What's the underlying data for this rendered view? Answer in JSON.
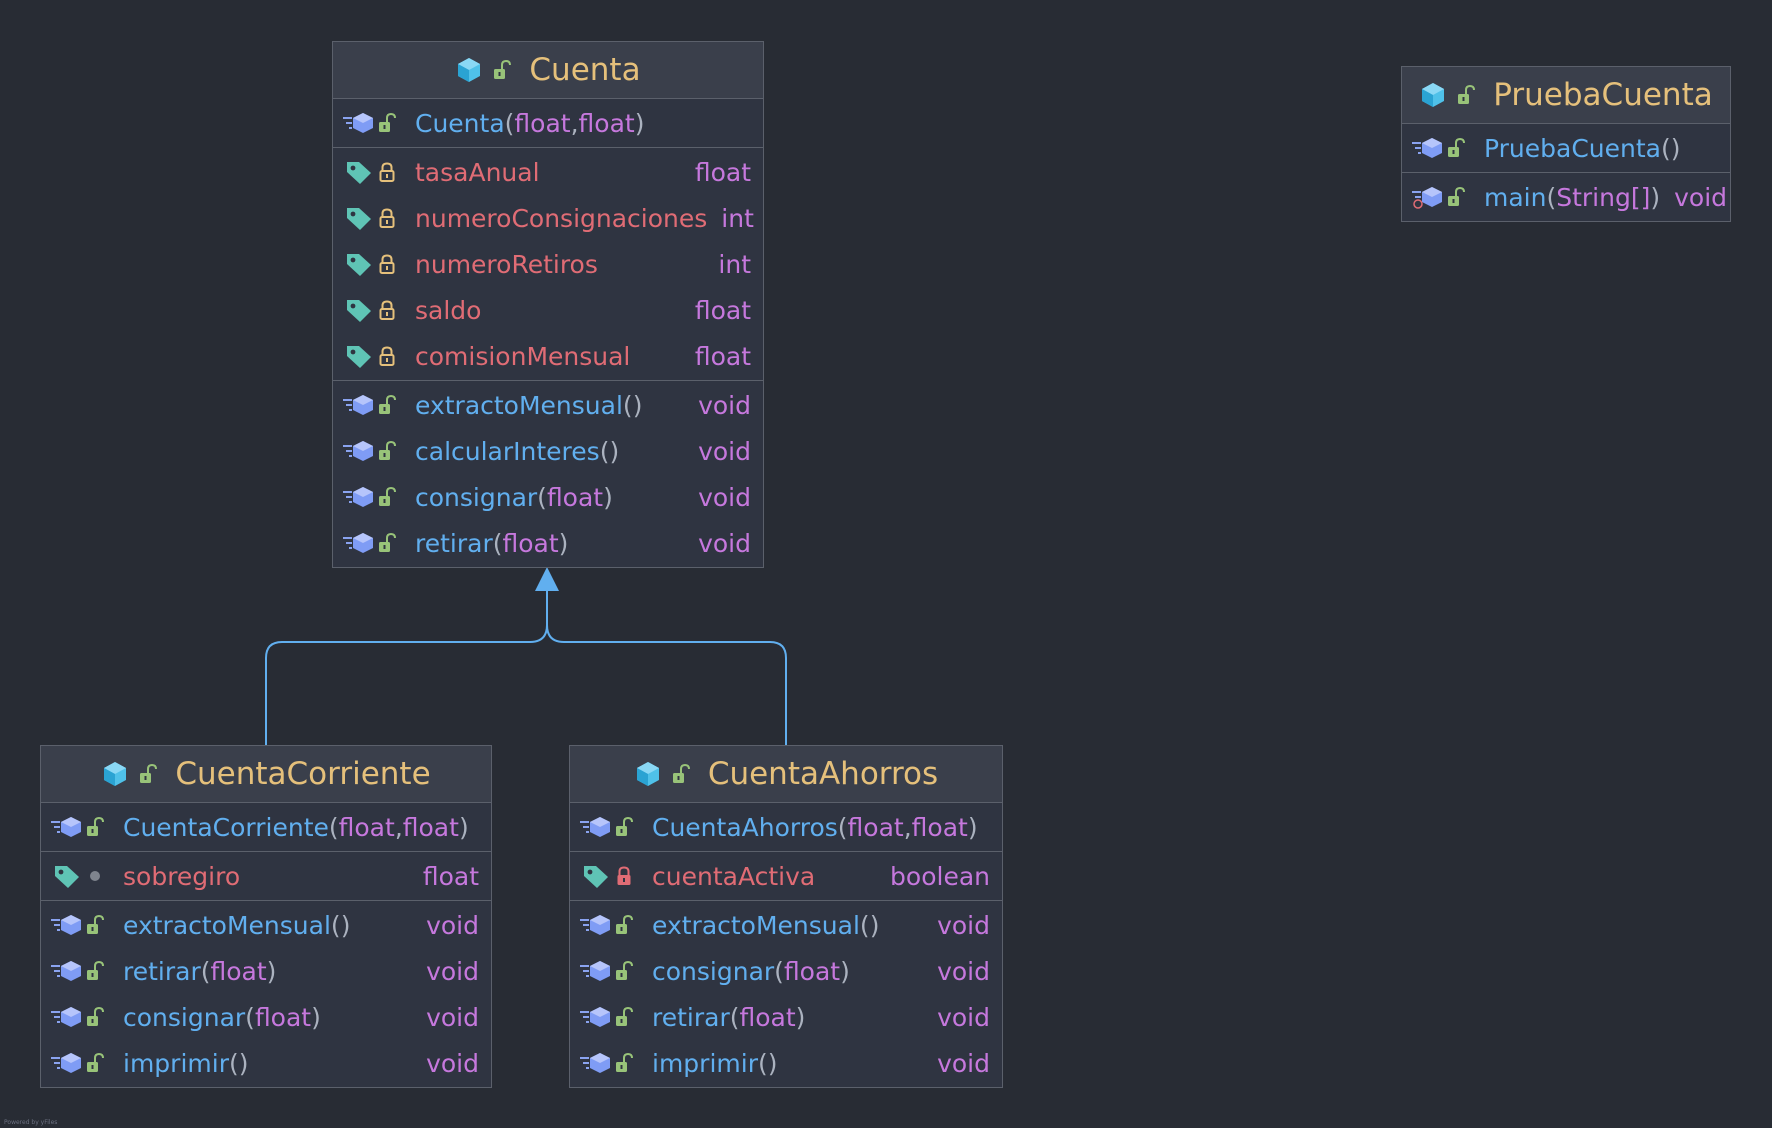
{
  "colors": {
    "background": "#282c34",
    "class_name": "#e5c07b",
    "method_name": "#61afef",
    "field_name": "#e06c75",
    "type": "#c678dd",
    "punctuation": "#abb2bf",
    "edge": "#61afef"
  },
  "classes": {
    "cuenta": {
      "name": "Cuenta",
      "constructor": {
        "name": "Cuenta",
        "params": [
          "float",
          "float"
        ]
      },
      "fields": [
        {
          "name": "tasaAnual",
          "type": "float",
          "visibility": "private"
        },
        {
          "name": "numeroConsignaciones",
          "type": "int",
          "visibility": "private"
        },
        {
          "name": "numeroRetiros",
          "type": "int",
          "visibility": "private"
        },
        {
          "name": "saldo",
          "type": "float",
          "visibility": "private"
        },
        {
          "name": "comisionMensual",
          "type": "float",
          "visibility": "private"
        }
      ],
      "methods": [
        {
          "name": "extractoMensual",
          "params": [],
          "return": "void"
        },
        {
          "name": "calcularInteres",
          "params": [],
          "return": "void"
        },
        {
          "name": "consignar",
          "params": [
            "float"
          ],
          "return": "void"
        },
        {
          "name": "retirar",
          "params": [
            "float"
          ],
          "return": "void"
        }
      ]
    },
    "pruebacuenta": {
      "name": "PruebaCuenta",
      "constructor": {
        "name": "PruebaCuenta",
        "params": []
      },
      "methods": [
        {
          "name": "main",
          "params": [
            "String[]"
          ],
          "return": "void",
          "static": true
        }
      ]
    },
    "cuentacorriente": {
      "name": "CuentaCorriente",
      "constructor": {
        "name": "CuentaCorriente",
        "params": [
          "float",
          "float"
        ]
      },
      "fields": [
        {
          "name": "sobregiro",
          "type": "float",
          "visibility": "package"
        }
      ],
      "methods": [
        {
          "name": "extractoMensual",
          "params": [],
          "return": "void"
        },
        {
          "name": "retirar",
          "params": [
            "float"
          ],
          "return": "void"
        },
        {
          "name": "consignar",
          "params": [
            "float"
          ],
          "return": "void"
        },
        {
          "name": "imprimir",
          "params": [],
          "return": "void"
        }
      ]
    },
    "cuentaahorros": {
      "name": "CuentaAhorros",
      "constructor": {
        "name": "CuentaAhorros",
        "params": [
          "float",
          "float"
        ]
      },
      "fields": [
        {
          "name": "cuentaActiva",
          "type": "boolean",
          "visibility": "private-red"
        }
      ],
      "methods": [
        {
          "name": "extractoMensual",
          "params": [],
          "return": "void"
        },
        {
          "name": "consignar",
          "params": [
            "float"
          ],
          "return": "void"
        },
        {
          "name": "retirar",
          "params": [
            "float"
          ],
          "return": "void"
        },
        {
          "name": "imprimir",
          "params": [],
          "return": "void"
        }
      ]
    }
  },
  "relations": [
    {
      "from": "CuentaCorriente",
      "to": "Cuenta",
      "kind": "extends"
    },
    {
      "from": "CuentaAhorros",
      "to": "Cuenta",
      "kind": "extends"
    }
  ],
  "footer": "Powered by yFiles"
}
